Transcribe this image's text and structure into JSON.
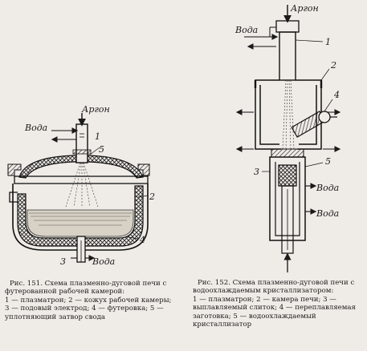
{
  "fig151": {
    "labels": {
      "argon": "Аргон",
      "water_in": "Вода",
      "water_out": "Вода",
      "n1": "1",
      "n2": "2",
      "n3": "3",
      "n4": "4",
      "n5": "5"
    },
    "caption_title": "Рис. 151. Схема плазменно-дуговой печи с футерованной рабочей камерой:",
    "caption_legend": "1 — плазматрон; 2 — кожух рабочей камеры; 3 — подовый электрод; 4 — футеровка; 5 — уплотняющий затвор свода"
  },
  "fig152": {
    "labels": {
      "argon": "Аргон",
      "water_top": "Вода",
      "water_mid": "Вода",
      "water_bottom": "Вода",
      "n1": "1",
      "n2": "2",
      "n3": "3",
      "n4": "4",
      "n5": "5"
    },
    "caption_title": "Рис. 152. Схема плазменно-дуговой печи с водоохлаждаемым кристаллизатором:",
    "caption_legend": "1 — плазматрон; 2 — камера печи; 3 — выплавляемый слиток; 4 — переплавляемая заготовка; 5 — водоохлаждаемый кристаллизатор"
  }
}
